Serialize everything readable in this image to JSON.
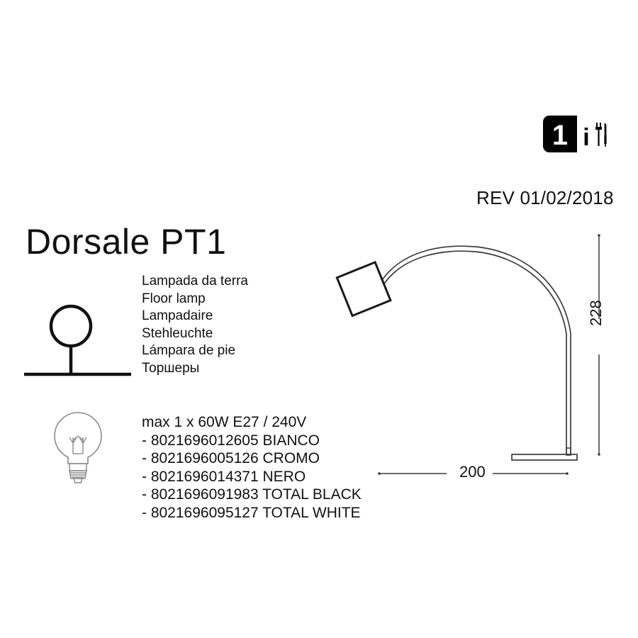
{
  "product": {
    "title": "Dorsale PT1",
    "revision": "REV 01/02/2018"
  },
  "badge": {
    "quantity": "1",
    "info_glyph": "i",
    "name": "one-bulb-info-tools-badge"
  },
  "descriptions": [
    {
      "lang": "it",
      "text": "Lampada da terra"
    },
    {
      "lang": "en",
      "text": "Floor lamp"
    },
    {
      "lang": "fr",
      "text": "Lampadaire"
    },
    {
      "lang": "de",
      "text": "Stehleuchte"
    },
    {
      "lang": "es",
      "text": "Lámpara de pie"
    },
    {
      "lang": "ru",
      "text": "Торшеры"
    }
  ],
  "specs": {
    "lamp_spec": "max 1 x 60W E27 / 240V",
    "variants": [
      "- 8021696012605 BIANCO",
      "- 8021696005126 CROMO",
      "- 8021696014371 NERO",
      "- 8021696091983 TOTAL BLACK",
      "- 8021696095127 TOTAL WHITE"
    ]
  },
  "dimensions": {
    "height": "228",
    "width": "200"
  },
  "colors": {
    "ink": "#111111",
    "line": "#3a3a3a",
    "bulb_line": "#8b8b8b"
  }
}
